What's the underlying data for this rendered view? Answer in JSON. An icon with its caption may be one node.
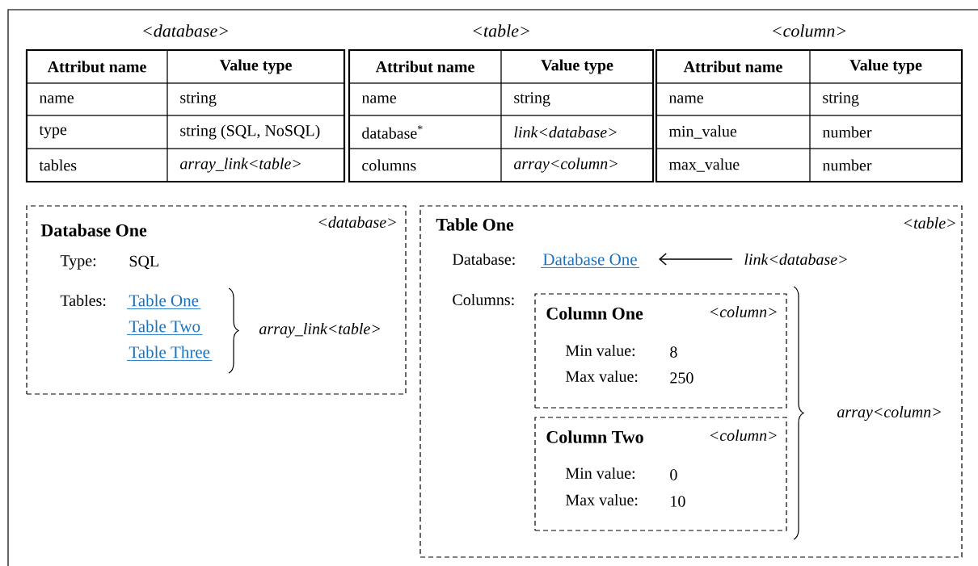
{
  "diagram": {
    "nodes": [
      {
        "text": [
          "<database>",
          "Attribut name",
          "Value type",
          "name",
          "string",
          "type",
          "string (SQL, NoSQL)",
          "tables",
          "array_link<table>"
        ]
      },
      {
        "text": [
          "<table>",
          "Attribut name",
          "Value type",
          "name",
          "string",
          "database$^{*}$",
          "link<database>",
          "columns",
          "array<column>"
        ]
      },
      {
        "text": [
          "<column>",
          "Attribut name",
          "Value type",
          "name",
          "string",
          "min_value",
          "number",
          "max_value",
          "number"
        ]
      },
      {
        "text": [
          "Database One",
          "<database>",
          "Type:",
          "SQL",
          "Tables:",
          "Table One",
          "Table Two",
          "Table Three",
          "array_link<table>"
        ]
      },
      {
        "text": [
          "Table One",
          "<table>",
          "Database:",
          "Columns:",
          "array<column>"
        ]
      },
      {
        "text": [
          "Database One"
        ],
        "in": 4
      },
      {
        "text": [
          "link<database>"
        ],
        "in": 4
      },
      {
        "text": [
          "Column One",
          "<column>",
          "Min value:",
          "8",
          "Max value:",
          "250"
        ],
        "in": 4
      },
      {
        "text": [
          "Column Two",
          "<column>",
          "Min value:",
          "0",
          "Max value:",
          "10"
        ],
        "in": 4
      }
    ],
    "edges": [
      {
        "from": 6,
        "to": 5,
        "arrow": "to"
      }
    ]
  }
}
